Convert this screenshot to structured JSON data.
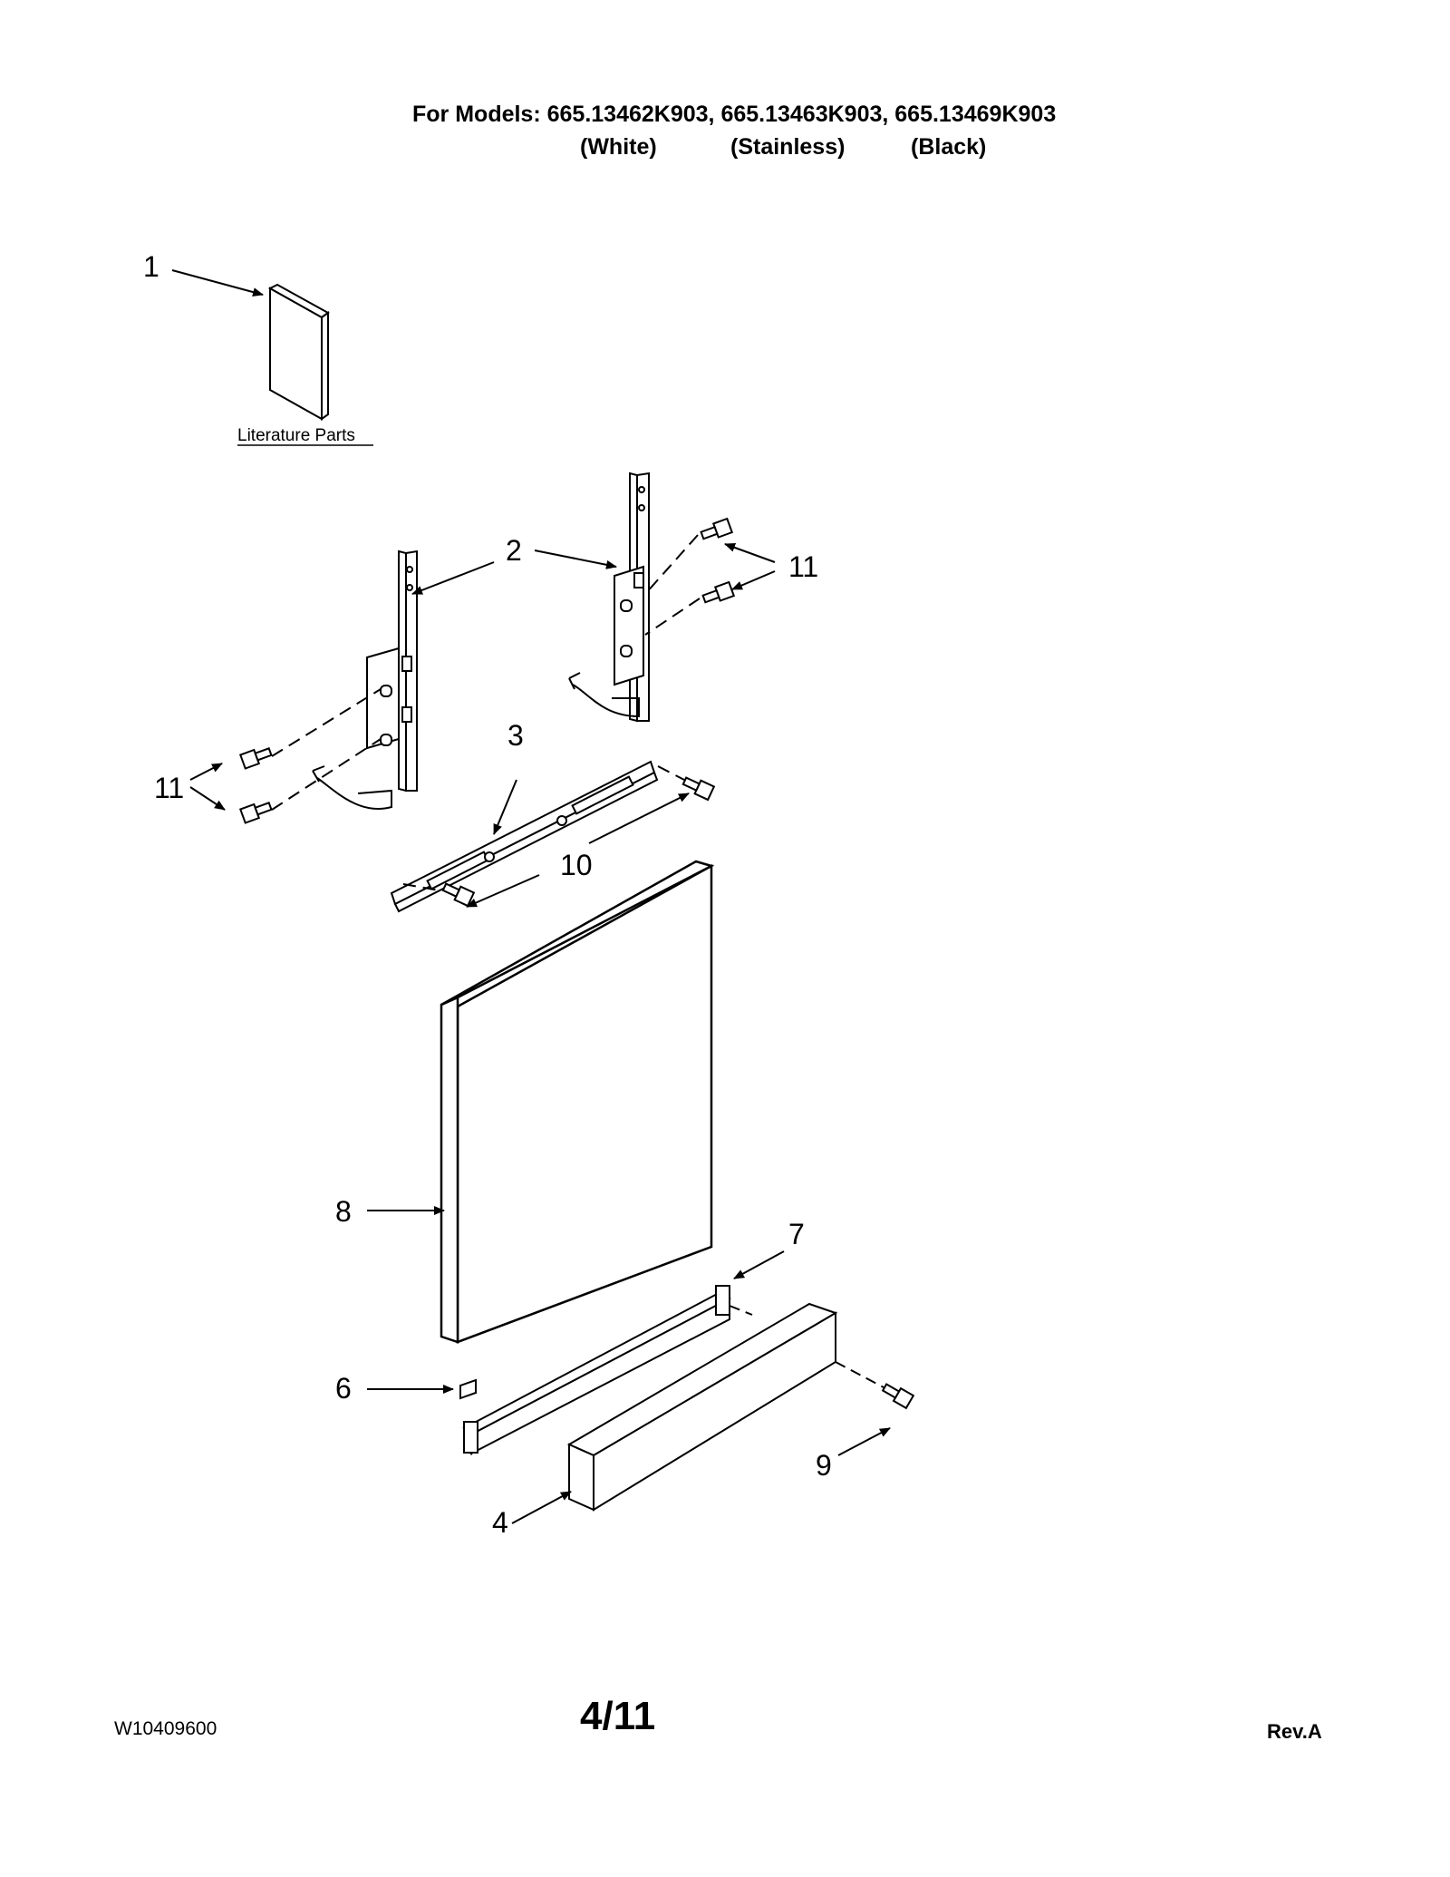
{
  "header": {
    "models_line": "For Models: 665.13462K903, 665.13463K903, 665.13469K903",
    "variants": [
      "(White)",
      "(Stainless)",
      "(Black)"
    ]
  },
  "literature_label": "Literature Parts",
  "callouts": {
    "c1": "1",
    "c2": "2",
    "c3": "3",
    "c4": "4",
    "c6": "6",
    "c7": "7",
    "c8": "8",
    "c9": "9",
    "c10": "10",
    "c11a": "11",
    "c11b": "11"
  },
  "footer": {
    "doc_number": "W10409600",
    "page": "4/11",
    "revision": "Rev.A"
  }
}
